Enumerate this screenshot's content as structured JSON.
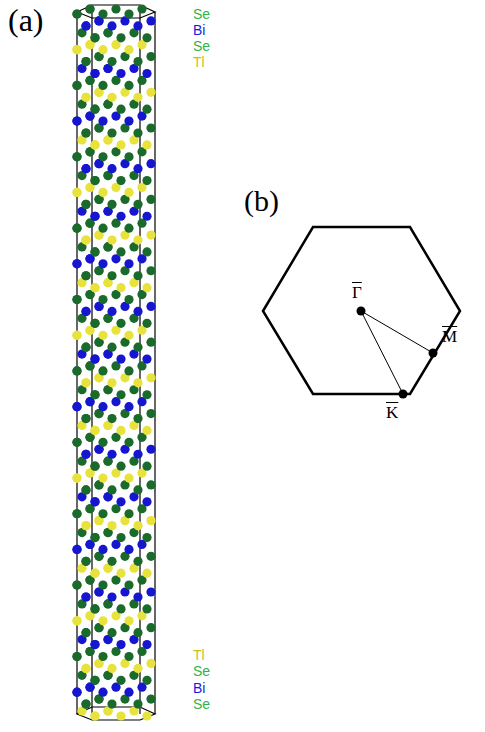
{
  "diagram": {
    "labels": [
      "(a)",
      "Se",
      "Bi",
      "Se",
      "Tl",
      "Tl",
      "Se",
      "Bi",
      "Se",
      "(b)",
      "Γ",
      "M",
      "K"
    ]
  }
}
